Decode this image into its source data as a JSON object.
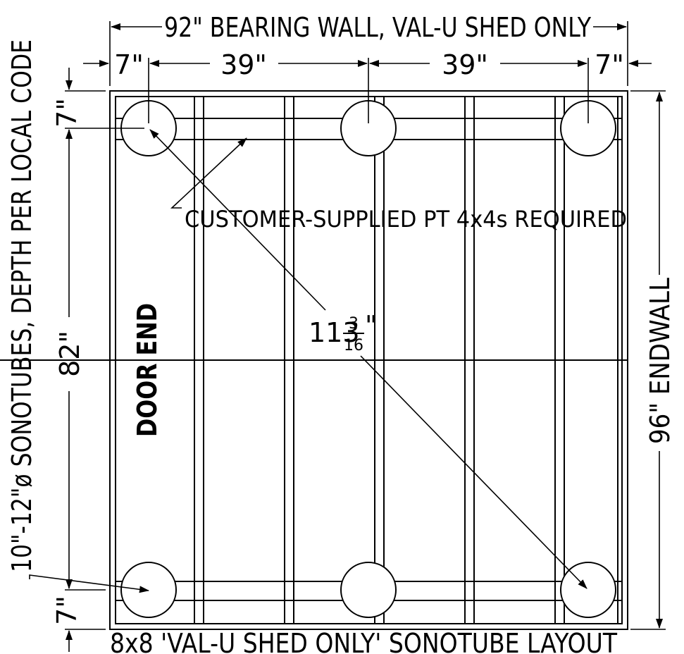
{
  "title": "8x8 'VAL-U SHED ONLY' SONOTUBE LAYOUT",
  "dimensions": {
    "top_overall": "92\" BEARING WALL, VAL-U SHED ONLY",
    "top_left_offset": "7\"",
    "top_span_1": "39\"",
    "top_span_2": "39\"",
    "top_right_offset": "7\"",
    "left_top_offset": "7\"",
    "left_span": "82\"",
    "left_bottom_offset": "7\"",
    "right_overall": "96\" ENDWALL",
    "diagonal_whole": "113",
    "diagonal_num": "3",
    "diagonal_den": "16",
    "diagonal_unit": "\""
  },
  "notes": {
    "sonotubes": "10\"-12\"ø SONOTUBES, DEPTH PER LOCAL CODE",
    "supports": "CUSTOMER-SUPPLIED PT 4x4s REQUIRED",
    "door_end": "DOOR END"
  },
  "colors": {
    "line": "#000000",
    "background": "#ffffff"
  }
}
